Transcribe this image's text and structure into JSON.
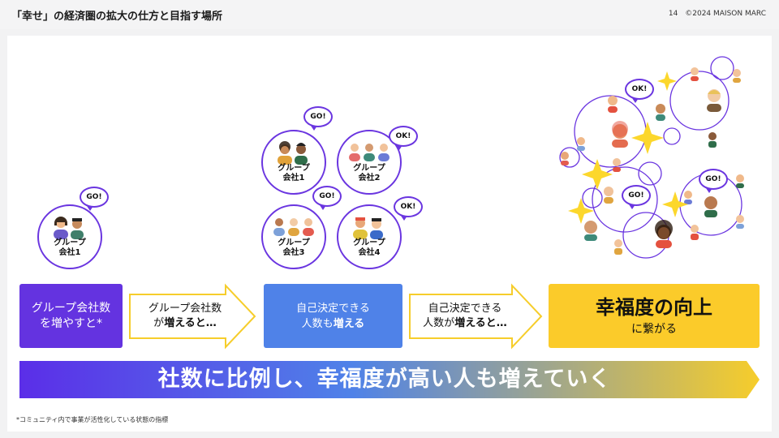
{
  "header": {
    "title": "「幸せ」の経済圏の拡大の仕方と目指す場所",
    "page_number": "14",
    "copyright": "©2024 MAISON MARC"
  },
  "stage1": {
    "group": "グループ\n会社1",
    "bubble": "GO!"
  },
  "stage2": {
    "groups": [
      {
        "label": "グループ\n会社1",
        "bubble": "GO!"
      },
      {
        "label": "グループ\n会社2",
        "bubble": "OK!"
      },
      {
        "label": "グループ\n会社3",
        "bubble": "GO!"
      },
      {
        "label": "グループ\n会社4",
        "bubble": "OK!"
      }
    ]
  },
  "stage3": {
    "bubbles": [
      "OK!",
      "GO!",
      "GO!"
    ]
  },
  "flow": {
    "box1": "グループ会社数\nを増やすと*",
    "arrow1_line1": "グループ会社数",
    "arrow1_line2_pre": "が",
    "arrow1_line2_bold": "増えると…",
    "box2_line1": "自己決定できる",
    "box2_line2_pre": "人数も",
    "box2_line2_bold": "増える",
    "arrow2_line1": "自己決定できる",
    "arrow2_line2_pre": "人数が",
    "arrow2_line2_bold": "増えると…",
    "box3_big": "幸福度の向上",
    "box3_small": "に繋がる"
  },
  "banner": {
    "text": "社数に比例し、幸福度が高い人も増えていく",
    "gradient_start": "#5b2ee8",
    "gradient_end": "#f6cd2b"
  },
  "footnote": "*コミュニティ内で事業が活性化している状態の指標",
  "colors": {
    "purple": "#6a35e0",
    "blue": "#4f82e8",
    "yellow": "#fbcb2a",
    "sparkle": "#fcd72c"
  }
}
